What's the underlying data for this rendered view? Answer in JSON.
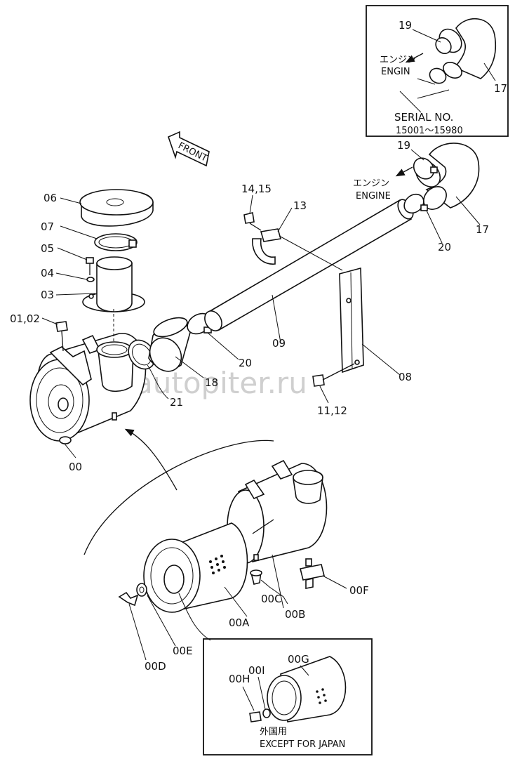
{
  "watermark": "autopiter.ru",
  "front_arrow_label": "FRONT",
  "inset_top": {
    "engine_jp": "エンジン",
    "engine_en": "ENGIN",
    "serial_label": "SERIAL NO.",
    "serial_range": "15001～15980",
    "part_19": "19",
    "part_17": "17"
  },
  "inset_bottom": {
    "label_jp": "外国用",
    "label_en": "EXCEPT FOR JAPAN",
    "part_00G": "00G",
    "part_00I": "00I",
    "part_00H": "00H"
  },
  "engine_label_jp": "エンジン",
  "engine_label_en": "ENGINE",
  "parts": {
    "p06": "06",
    "p07": "07",
    "p05": "05",
    "p04": "04",
    "p03": "03",
    "p0102": "01,02",
    "p00": "00",
    "p21": "21",
    "p18": "18",
    "p20a": "20",
    "p09": "09",
    "p1415": "14,15",
    "p13": "13",
    "p19": "19",
    "p17": "17",
    "p20b": "20",
    "p08": "08",
    "p1112": "11,12",
    "p00A": "00A",
    "p00B": "00B",
    "p00C": "00C",
    "p00D": "00D",
    "p00E": "00E",
    "p00F": "00F"
  }
}
